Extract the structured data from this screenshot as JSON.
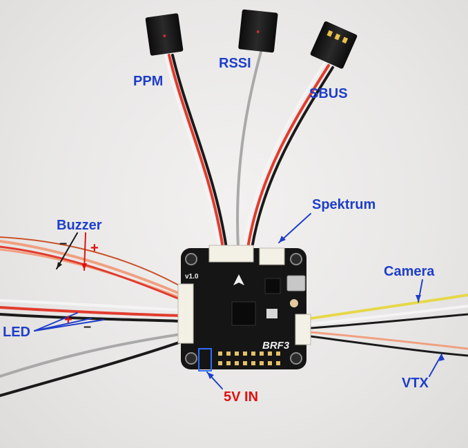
{
  "labels": {
    "ppm": "PPM",
    "rssi": "RSSI",
    "sbus": "SBUS",
    "spektrum": "Spektrum",
    "buzzer": "Buzzer",
    "buzzer_minus": "–",
    "buzzer_plus": "+",
    "camera": "Camera",
    "led": "LED",
    "led_plus": "+",
    "led_minus": "–",
    "vtx": "VTX",
    "five_v_in": "5V IN"
  },
  "board": {
    "version": "v1.0",
    "name": "BRF3"
  },
  "colors": {
    "label_blue": "#1e3ec8",
    "label_red": "#e01010",
    "pcb": "#151515",
    "wire_red": "#e23b2e",
    "wire_black": "#1a1a1a",
    "wire_white": "#f4f4f4",
    "wire_grey": "#a9a9a9",
    "wire_yellow": "#e6d84a",
    "wire_salmon": "#f0a080"
  }
}
